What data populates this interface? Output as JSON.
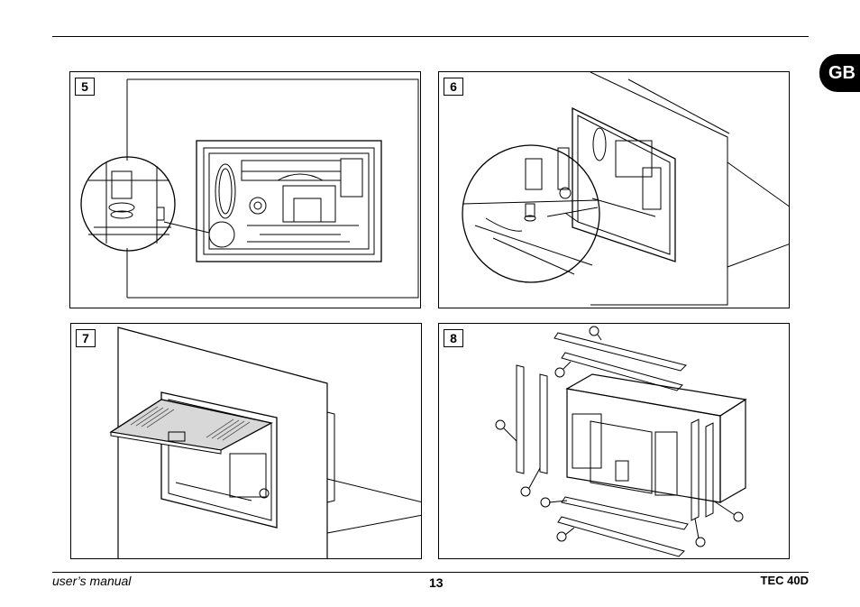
{
  "header": {
    "language_badge": "GB"
  },
  "figures": [
    {
      "number": "5"
    },
    {
      "number": "6"
    },
    {
      "number": "7"
    },
    {
      "number": "8"
    }
  ],
  "footer": {
    "left_text": "user’s manual",
    "page_number": "13",
    "right_text": "TEC 40D"
  }
}
